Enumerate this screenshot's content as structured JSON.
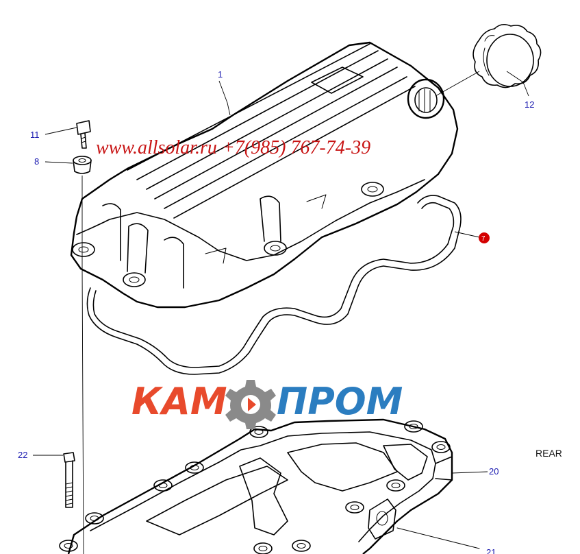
{
  "watermark": {
    "url_phone": "www.allsolar.ru +7(985) 767-74-39",
    "color": "#c81414"
  },
  "logo": {
    "left_text": "КАМ",
    "right_text": "ПРОМ",
    "left_color": "#e84a2c",
    "right_color": "#2b7dc0",
    "gear_icon": "gear-icon"
  },
  "side_label": "REAR",
  "callouts": [
    {
      "id": "1",
      "label": "1"
    },
    {
      "id": "12",
      "label": "12"
    },
    {
      "id": "11",
      "label": "11"
    },
    {
      "id": "8",
      "label": "8"
    },
    {
      "id": "7",
      "label": "7",
      "highlight": true,
      "color": "#d40000"
    },
    {
      "id": "22",
      "label": "22"
    },
    {
      "id": "20",
      "label": "20"
    },
    {
      "id": "21",
      "label": "21"
    }
  ],
  "colors": {
    "callout_text": "#1a1ab0",
    "line_art": "#000000"
  }
}
